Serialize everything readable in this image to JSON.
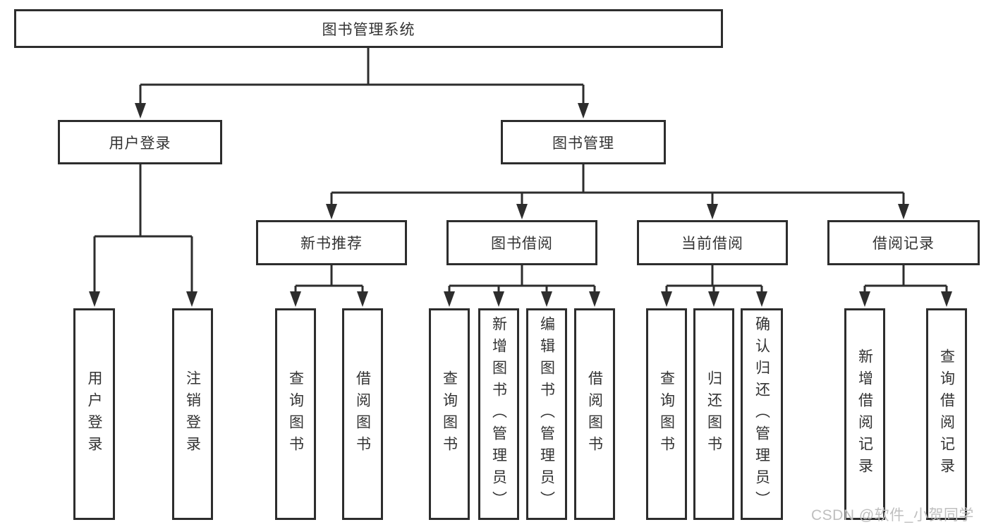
{
  "root": {
    "label": "图书管理系统"
  },
  "level2": {
    "user_login": {
      "label": "用户登录"
    },
    "book_management": {
      "label": "图书管理"
    }
  },
  "level3": {
    "new_book_recommend": {
      "label": "新书推荐"
    },
    "book_borrowing": {
      "label": "图书借阅"
    },
    "current_borrowing": {
      "label": "当前借阅"
    },
    "borrowing_records": {
      "label": "借阅记录"
    }
  },
  "leaves": {
    "user_login": {
      "label": "用户登录"
    },
    "logout": {
      "label": "注销登录"
    },
    "recommend_query_books": {
      "label": "查询图书"
    },
    "recommend_borrow_books": {
      "label": "借阅图书"
    },
    "borrow_query_books": {
      "label": "查询图书"
    },
    "add_books_admin": {
      "label": "新增图书（管理员）"
    },
    "edit_books_admin": {
      "label": "编辑图书（管理员）"
    },
    "borrow_borrow_books": {
      "label": "借阅图书"
    },
    "current_query_books": {
      "label": "查询图书"
    },
    "return_books": {
      "label": "归还图书"
    },
    "confirm_return_admin": {
      "label": "确认归还（管理员）"
    },
    "add_borrow_record": {
      "label": "新增借阅记录"
    },
    "query_borrow_record": {
      "label": "查询借阅记录"
    }
  },
  "watermark": {
    "text": "CSDN @软件_小贺同学"
  },
  "colors": {
    "line": "#2d2d2d",
    "text": "#333333",
    "box_fill": "#ffffff",
    "watermark": "#bfbfbf",
    "background": "#ffffff"
  }
}
